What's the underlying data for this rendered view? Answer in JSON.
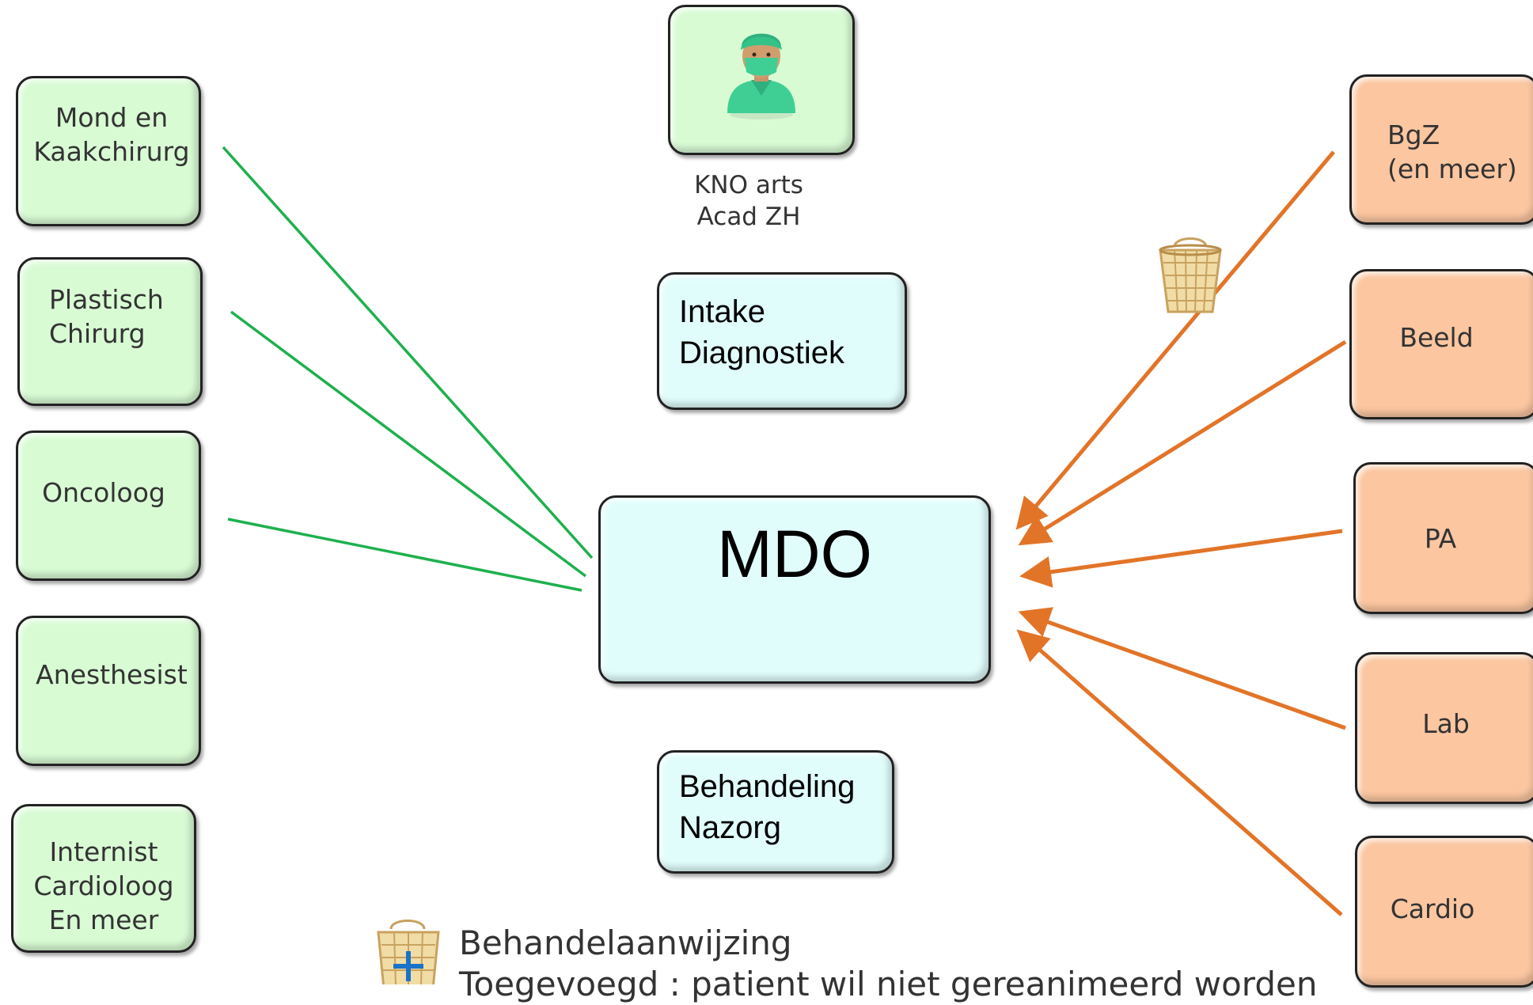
{
  "specialists": [
    {
      "line1": "Mond en",
      "line2": "Kaakchirurg",
      "line3": ""
    },
    {
      "line1": "Plastisch",
      "line2": "Chirurg",
      "line3": ""
    },
    {
      "line1": "Oncoloog",
      "line2": "",
      "line3": ""
    },
    {
      "line1": "Anesthesist",
      "line2": "",
      "line3": ""
    },
    {
      "line1": "Internist",
      "line2": "Cardioloog",
      "line3": "En meer"
    }
  ],
  "top": {
    "caption_line1": "KNO arts",
    "caption_line2": "Acad  ZH",
    "icon": "surgeon-icon"
  },
  "center": {
    "intake_line1": "Intake",
    "intake_line2": "Diagnostiek",
    "mdo": "MDO",
    "behandeling_line1": "Behandeling",
    "behandeling_line2": "Nazorg"
  },
  "sources": [
    {
      "line1": "BgZ",
      "line2": "(en meer)"
    },
    {
      "line1": "Beeld",
      "line2": ""
    },
    {
      "line1": "PA",
      "line2": ""
    },
    {
      "line1": "Lab",
      "line2": ""
    },
    {
      "line1": "Cardio",
      "line2": ""
    }
  ],
  "legend": {
    "line1": "Behandelaanwijzing",
    "line2": "Toegevoegd : patient wil niet gereanimeerd worden",
    "icon": "basket-plus-icon"
  },
  "colors": {
    "green_line": "#1eb04e",
    "orange_arrow": "#e27428",
    "green_box": "#d8fbd4",
    "cyan_box": "#e0fdfc",
    "orange_box": "#fbc6a0"
  }
}
